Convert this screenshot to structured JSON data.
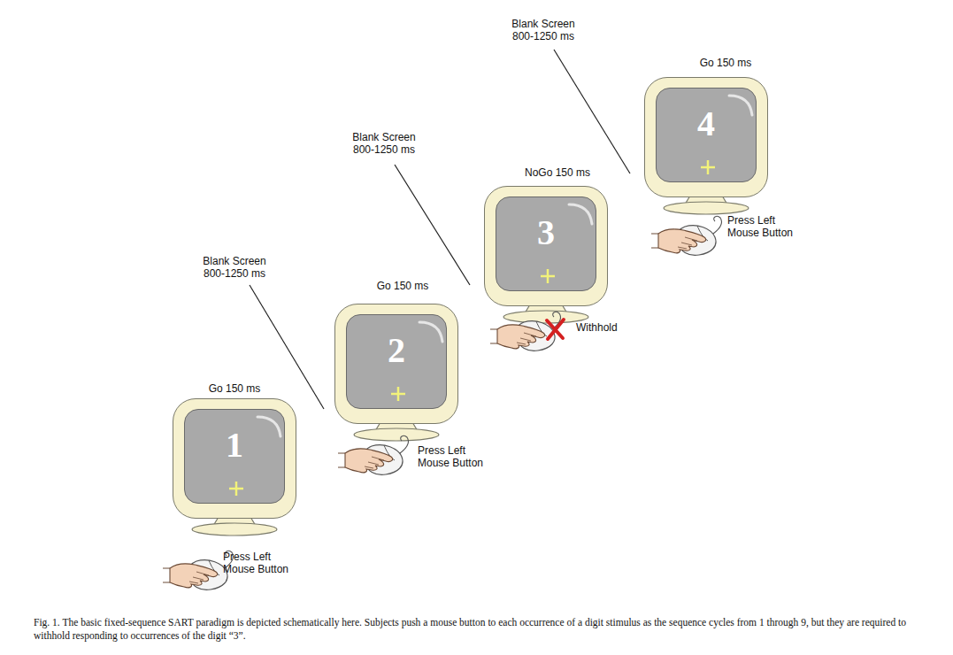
{
  "diagram": {
    "caption": "Fig. 1. The basic fixed-sequence SART paradigm is depicted schematically here. Subjects push a mouse button to each occurrence of a digit stimulus as the sequence cycles from 1 through 9, but they are required to withhold responding to occurrences of the digit “3”.",
    "nodes": [
      {
        "text": [
          "1"
        ]
      },
      {
        "text": [
          "2"
        ]
      },
      {
        "text": [
          "3"
        ]
      },
      {
        "text": [
          "4"
        ]
      }
    ],
    "labels": [
      "Blank Screen 800-1250 ms",
      "Go 150 ms",
      "Press Left Mouse Button",
      "Blank Screen 800-1250 ms",
      "Go 150 ms",
      "Press Left Mouse Button",
      "Blank Screen 800-1250 ms",
      "NoGo 150 ms",
      "Withhold",
      "Go 150 ms",
      "Press Left Mouse Button"
    ]
  }
}
